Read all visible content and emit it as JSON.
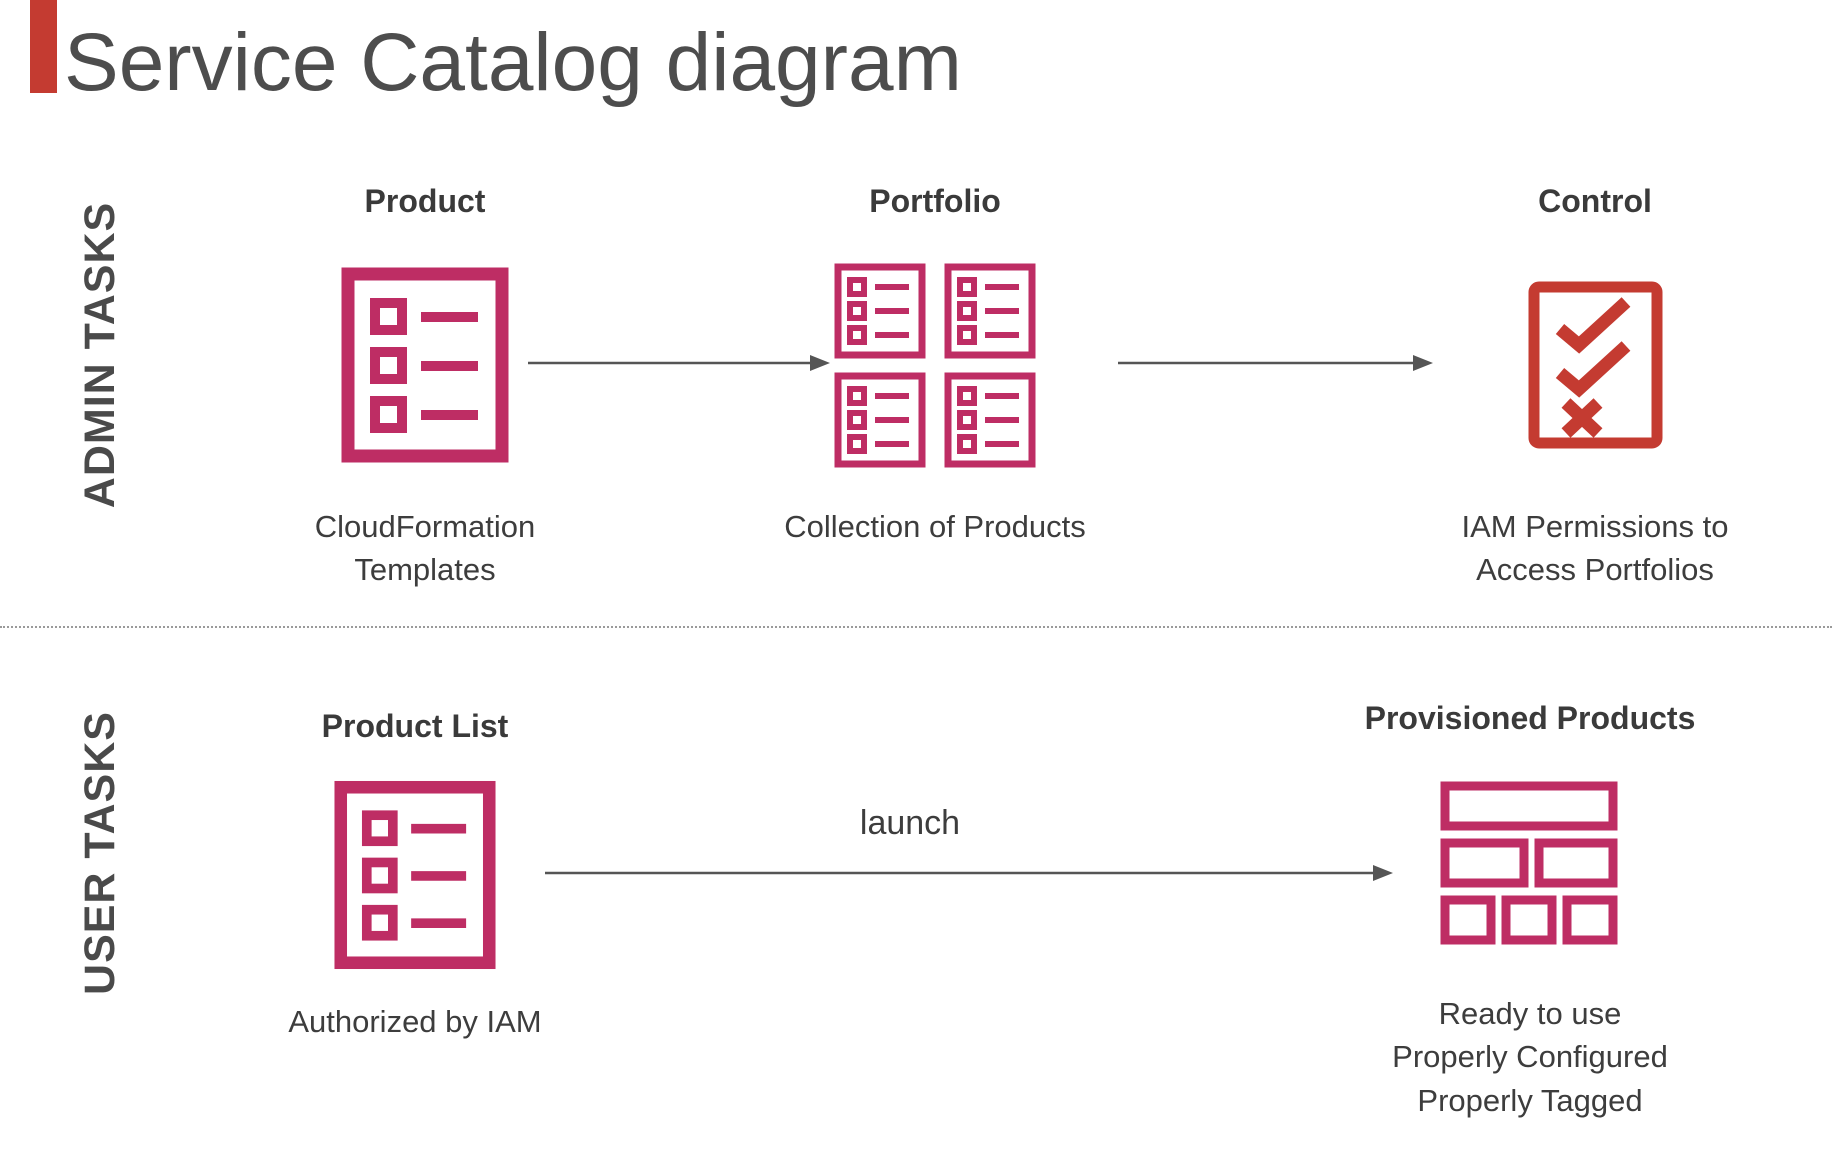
{
  "title": "Service Catalog diagram",
  "colors": {
    "accent_pink": "#BE2D64",
    "control_red": "#C43B31",
    "arrow_gray": "#555555"
  },
  "admin": {
    "section_label": "ADMIN TASKS",
    "product": {
      "label": "Product",
      "caption": "CloudFormation\nTemplates"
    },
    "portfolio": {
      "label": "Portfolio",
      "caption": "Collection of Products"
    },
    "control": {
      "label": "Control",
      "caption": "IAM Permissions to\nAccess Portfolios"
    }
  },
  "user": {
    "section_label": "USER TASKS",
    "product_list": {
      "label": "Product List",
      "caption": "Authorized by IAM"
    },
    "launch_label": "launch",
    "provisioned": {
      "label": "Provisioned Products",
      "caption": "Ready to use\nProperly Configured\nProperly Tagged"
    }
  }
}
